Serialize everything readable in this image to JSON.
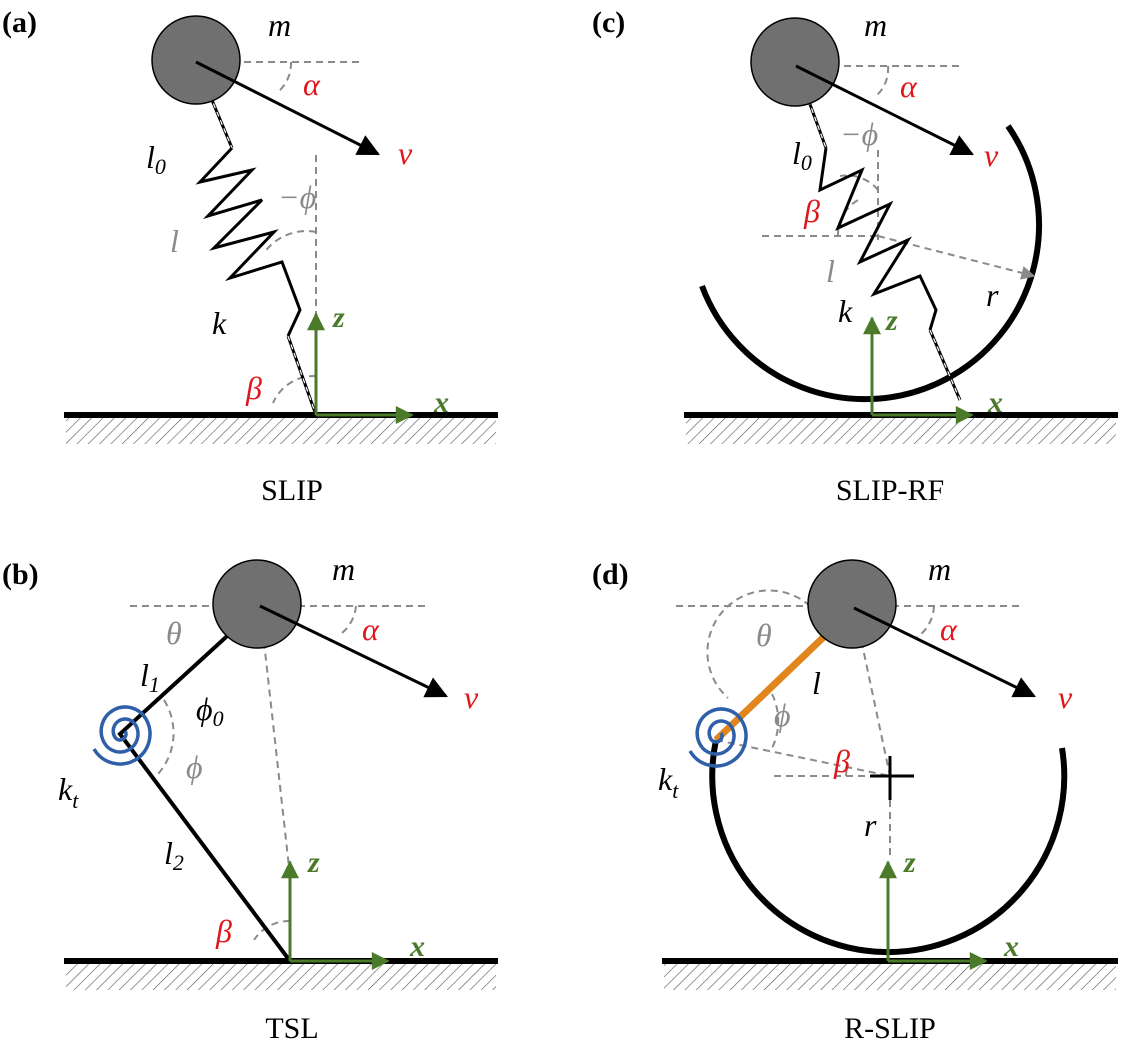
{
  "colors": {
    "ink": "#000000",
    "red_label": "#e0161b",
    "gray_label": "#8a8a8a",
    "axis_green": "#4a7a2a",
    "mass_fill": "#707070",
    "spring_blue": "#2e5fa8",
    "rigid_leg_orange": "#e0861c"
  },
  "icons": {
    "torsional_spring": "spiral-icon",
    "foot_center": "crosshair-icon"
  },
  "panels": [
    {
      "letter": "(a)",
      "caption": "SLIP",
      "labels": {
        "m": "m",
        "alpha": "α",
        "v": "v",
        "l0": "l",
        "l0_sub": "0",
        "phi": "−ϕ",
        "l": "l",
        "k": "k",
        "beta": "β",
        "z": "z",
        "x": "x"
      }
    },
    {
      "letter": "(b)",
      "caption": "TSL",
      "labels": {
        "m": "m",
        "theta": "θ",
        "alpha": "α",
        "v": "v",
        "l1": "l",
        "l1_sub": "1",
        "phi0": "ϕ",
        "phi0_sub": "0",
        "phi": "ϕ",
        "kt": "k",
        "kt_sub": "t",
        "l2": "l",
        "l2_sub": "2",
        "beta": "β",
        "z": "z",
        "x": "x"
      }
    },
    {
      "letter": "(c)",
      "caption": "SLIP-RF",
      "labels": {
        "m": "m",
        "alpha": "α",
        "v": "v",
        "phi": "−ϕ",
        "l0": "l",
        "l0_sub": "0",
        "beta": "β",
        "l": "l",
        "r": "r",
        "k": "k",
        "z": "z",
        "x": "x"
      }
    },
    {
      "letter": "(d)",
      "caption": "R-SLIP",
      "labels": {
        "m": "m",
        "theta": "θ",
        "alpha": "α",
        "l": "l",
        "v": "v",
        "phi": "ϕ",
        "kt": "k",
        "kt_sub": "t",
        "beta": "β",
        "r": "r",
        "z": "z",
        "x": "x"
      }
    }
  ]
}
